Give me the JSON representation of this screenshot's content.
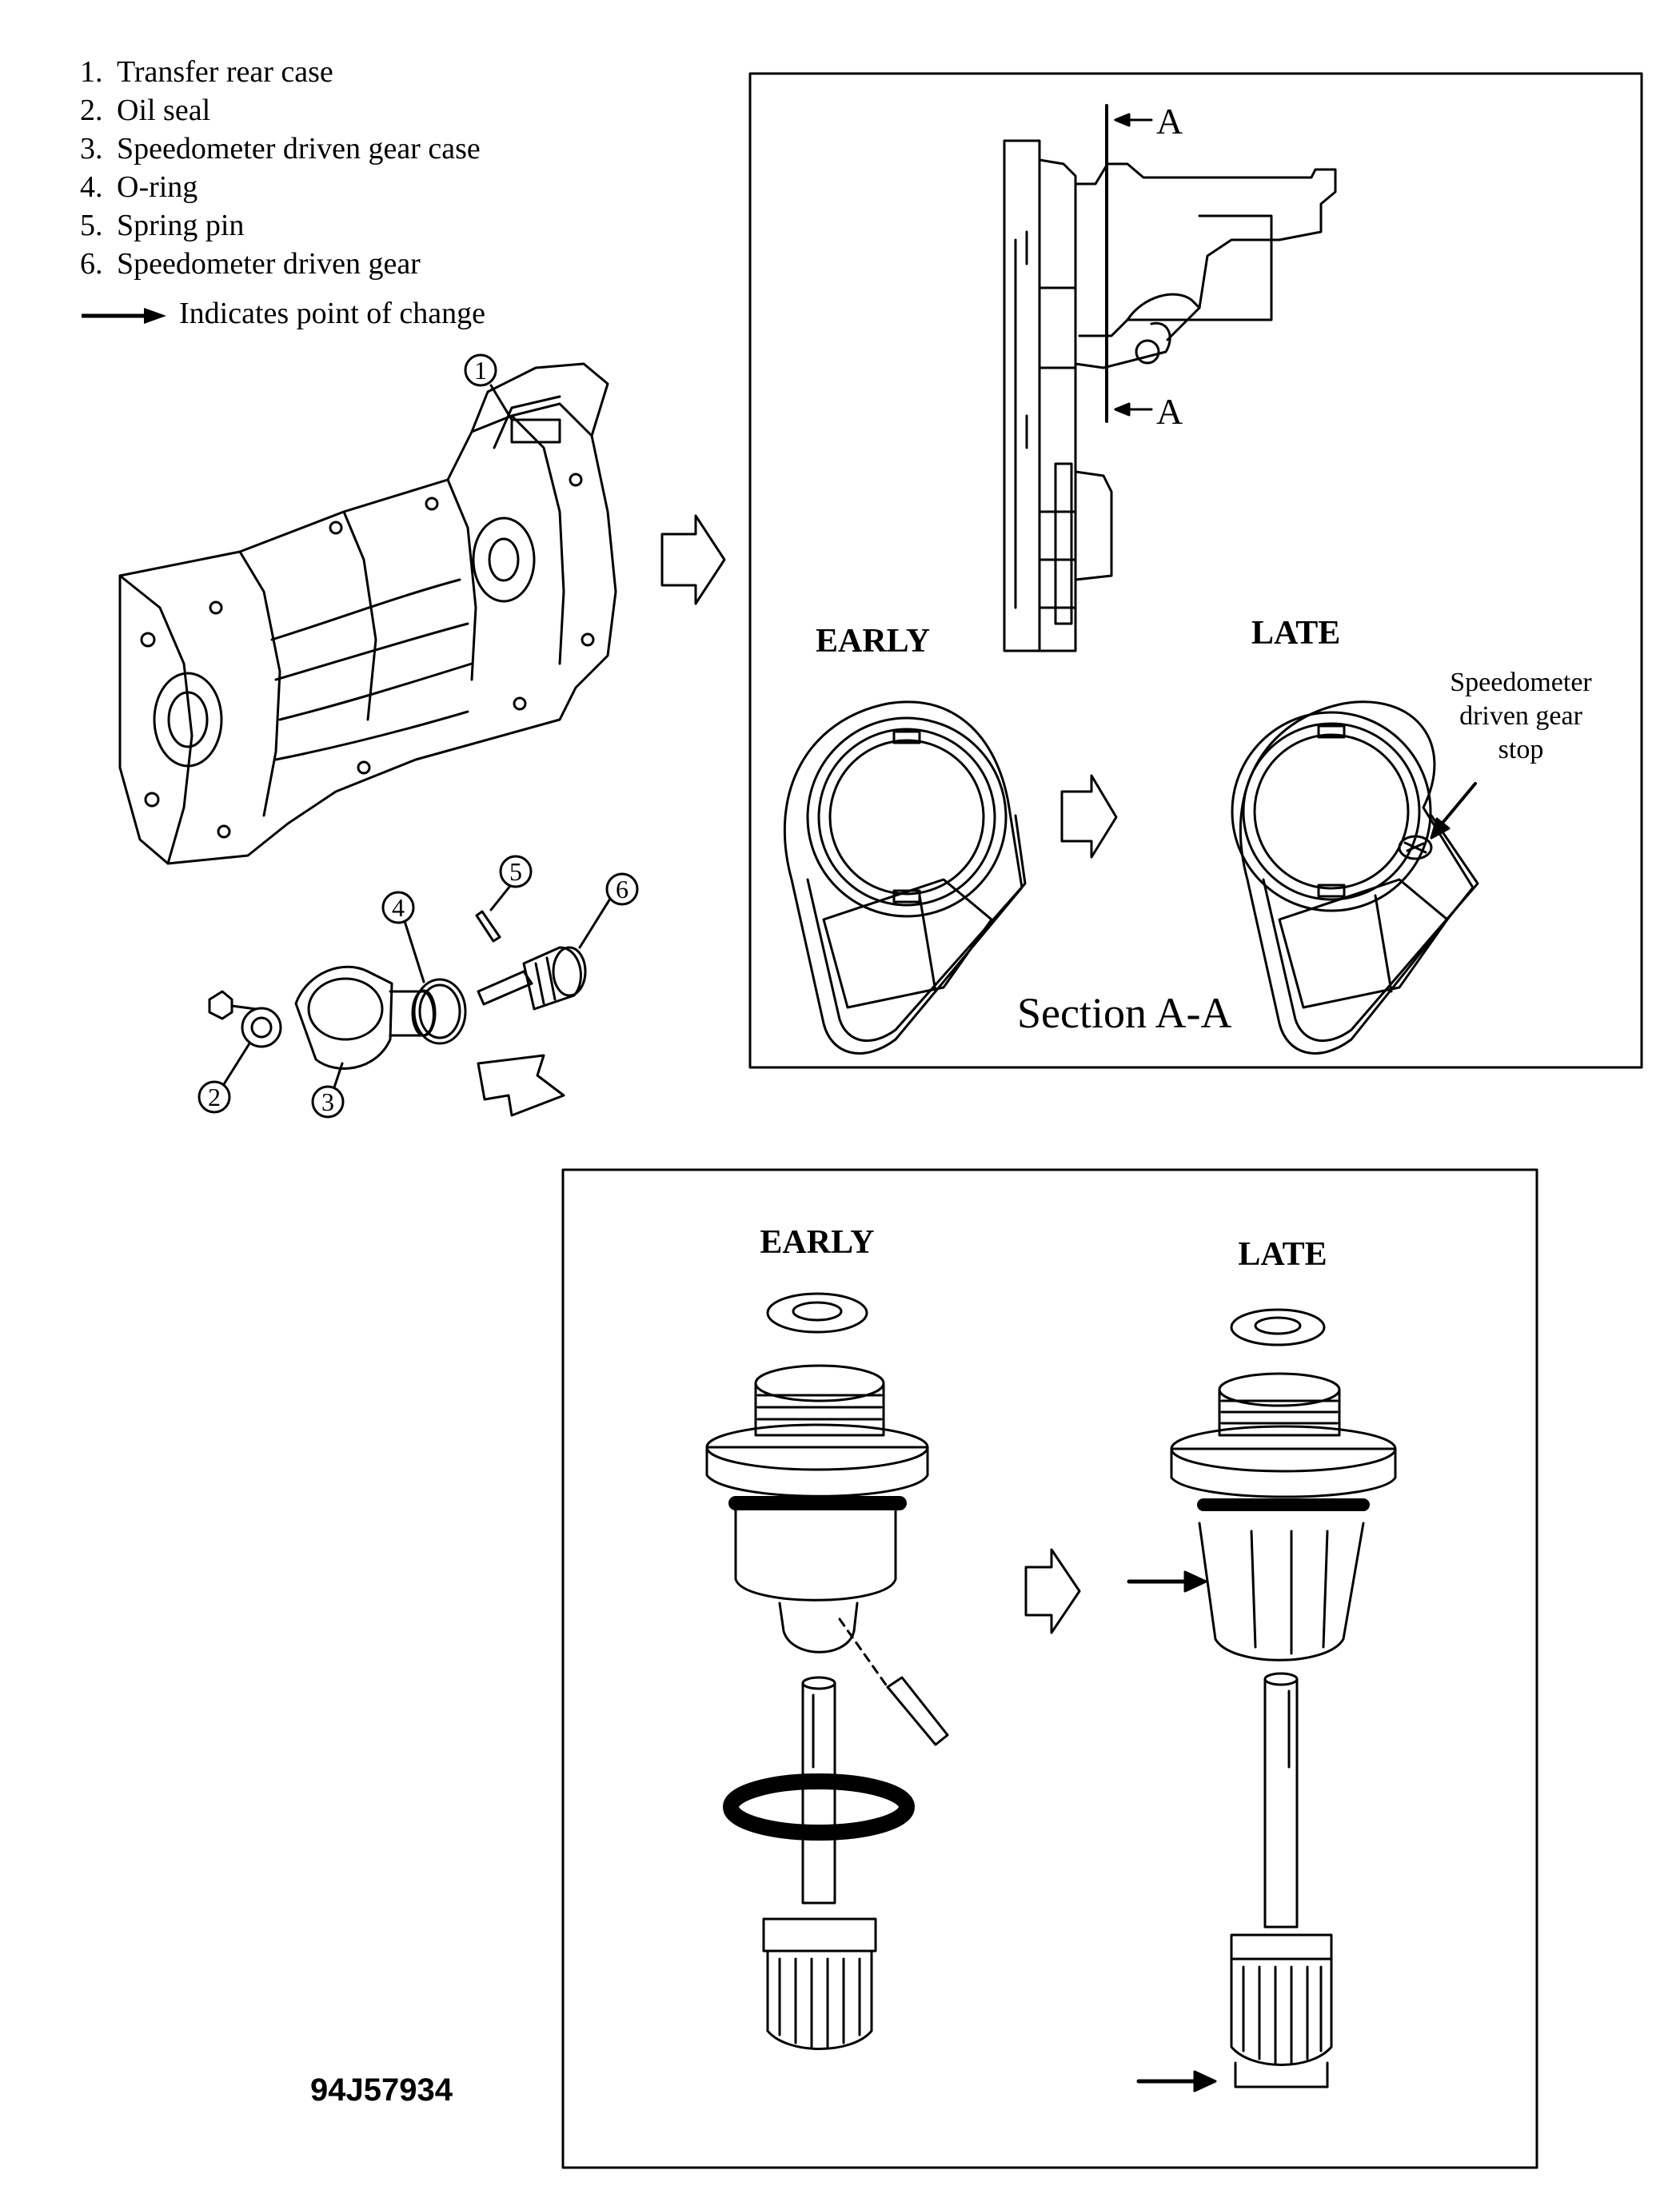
{
  "legend": {
    "items": [
      {
        "num": "1.",
        "label": "Transfer rear case"
      },
      {
        "num": "2.",
        "label": "Oil seal"
      },
      {
        "num": "3.",
        "label": "Speedometer driven gear case"
      },
      {
        "num": "4.",
        "label": "O-ring"
      },
      {
        "num": "5.",
        "label": "Spring pin"
      },
      {
        "num": "6.",
        "label": "Speedometer driven gear"
      }
    ],
    "note": "Indicates point of change"
  },
  "callouts": [
    "1",
    "2",
    "3",
    "4",
    "5",
    "6"
  ],
  "section_panel": {
    "section_mark_top": "A",
    "section_mark_bottom": "A",
    "early_label": "EARLY",
    "late_label": "LATE",
    "stop_label_lines": [
      "Speedometer",
      "driven gear",
      "stop"
    ],
    "section_caption": "Section A-A"
  },
  "gear_panel": {
    "early_label": "EARLY",
    "late_label": "LATE"
  },
  "figure_id": "94J57934"
}
